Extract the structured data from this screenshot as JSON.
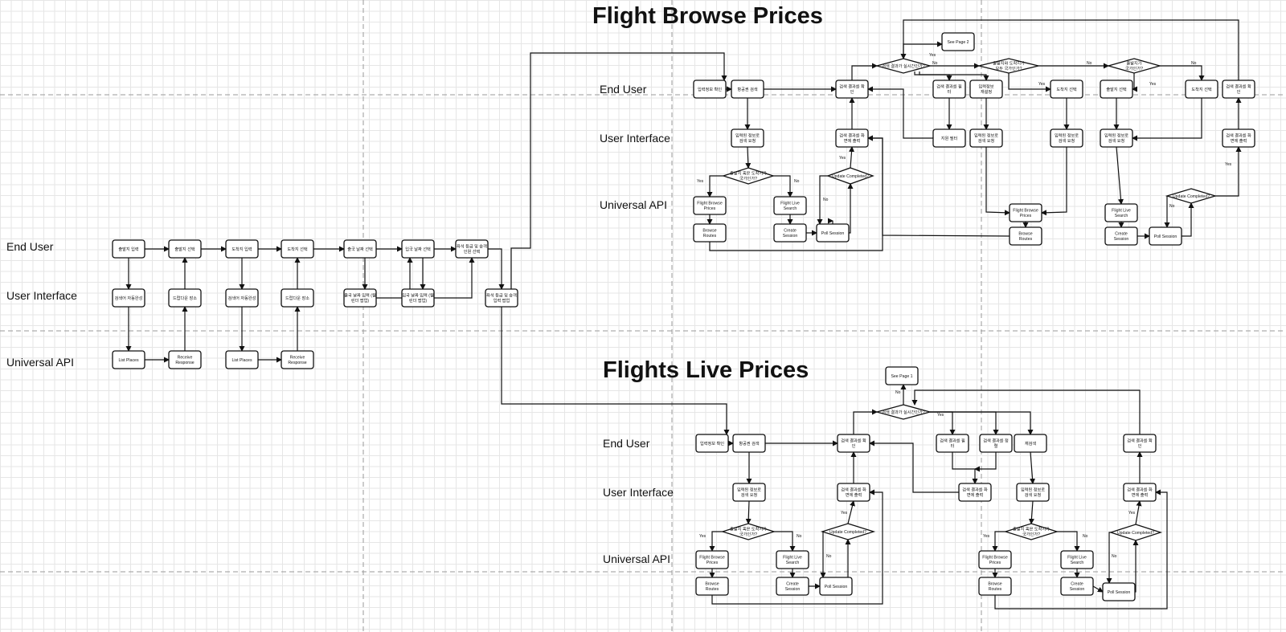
{
  "titles": {
    "browse": "Flight Browse Prices",
    "live": "Flights Live Prices"
  },
  "lanes": {
    "end_user": "End User",
    "ui": "User Interface",
    "api": "Universal API"
  },
  "nodes": {
    "m1": "출발지 입력",
    "m2": "출발지 선택",
    "m3": "도착지 입력",
    "m4": "도착지 선택",
    "m5": "출국 날짜 선택",
    "m6": "입국 날짜 선택",
    "m7": [
      "좌석 등급 및 승객",
      "인원 선택"
    ],
    "m8": "검색어 자동완성",
    "m9": "드랍다운 장소",
    "m10": "검색어 자동완성",
    "m11": "드랍다운 장소",
    "m12": [
      "출국 날짜 입력 (캘",
      "린더 팝업)"
    ],
    "m13": [
      "입국 날짜 입력 (캘",
      "린더 팝업)"
    ],
    "m14": [
      "좌석 등급 및 승객",
      "입력 팝업"
    ],
    "m15": "List Places",
    "m16": [
      "Receive",
      "Response"
    ],
    "m17": "List Places",
    "m18": [
      "Receive",
      "Response"
    ],
    "b1": "입력정보 확인",
    "b2": "항공권 검색",
    "b3": [
      "검색 결과를 확",
      "인"
    ],
    "b4": [
      "검색 결과를 필",
      "터"
    ],
    "b5": [
      "입력정보",
      "재설정"
    ],
    "b6": "도착지 선택",
    "b7": "출발지 선택",
    "b8": "도착지 선택",
    "b9": [
      "검색 결과를 확",
      "인"
    ],
    "b10": [
      "입력된 정보로",
      "검색 요청"
    ],
    "b11": [
      "검색 결과를 화",
      "면에 출력"
    ],
    "b12": "지원 필터",
    "b13": [
      "입력된 정보로",
      "검색 요청"
    ],
    "b14": [
      "입력된 정보로",
      "검색 요청"
    ],
    "b15": [
      "입력된 정보로",
      "검색 요청"
    ],
    "b16": [
      "검색 결과를 화",
      "면에 출력"
    ],
    "b17": [
      "Flight Browse",
      "Prices"
    ],
    "b18": [
      "Flight Live",
      "Search"
    ],
    "b19": [
      "Browse",
      "Routes"
    ],
    "b20": [
      "Create",
      "Session"
    ],
    "b21": "Poll Session",
    "b22": [
      "Flight Browse",
      "Prices"
    ],
    "b23": [
      "Browse",
      "Routes"
    ],
    "b24": [
      "Flight Live",
      "Search"
    ],
    "b25": [
      "Create",
      "Session"
    ],
    "b26": "Poll Session",
    "b27": "See Page 2",
    "bd1": [
      "검색 결과가 실시간인가?"
    ],
    "bd2": [
      "출발지와 도착지가",
      "모두 국가인가?"
    ],
    "bd3": [
      "출발지가",
      "국가인가?"
    ],
    "bd4": [
      "출발지 혹은 도착지가",
      "국가인가?"
    ],
    "bd5": [
      "Update Completed?"
    ],
    "bd6": [
      "Update Completed?"
    ],
    "l1": "입력정보 확인",
    "l2": "항공권 검색",
    "l3": [
      "검색 결과를 확",
      "인"
    ],
    "l4": [
      "검색 결과를 필",
      "터"
    ],
    "l5": [
      "검색 결과를 정",
      "렬"
    ],
    "l6": "재검색",
    "l7": [
      "검색 결과를 확",
      "인"
    ],
    "l8": [
      "입력된 정보로",
      "검색 요청"
    ],
    "l9": [
      "검색 결과를 화",
      "면에 출력"
    ],
    "l10": [
      "검색 결과를 화",
      "면에 출력"
    ],
    "l11": [
      "입력된 정보로",
      "검색 요청"
    ],
    "l12": [
      "검색 결과를 화",
      "면에 출력"
    ],
    "l13": [
      "Flight Browse",
      "Prices"
    ],
    "l14": [
      "Flight Live",
      "Search"
    ],
    "l15": [
      "Browse",
      "Routes"
    ],
    "l16": [
      "Create",
      "Session"
    ],
    "l17": "Poll Session",
    "l18": [
      "Flight Browse",
      "Prices"
    ],
    "l19": [
      "Flight Live",
      "Search"
    ],
    "l20": [
      "Browse",
      "Routes"
    ],
    "l21": [
      "Create",
      "Session"
    ],
    "l22": "Poll Session",
    "l23": "See Page 1",
    "ld1": [
      "검색 결과가 실시간인가?"
    ],
    "ld2": [
      "출발지 혹은 도착지가",
      "국가인가?"
    ],
    "ld3": [
      "Update Completed?"
    ],
    "ld4": [
      "출발지 혹은 도착지가",
      "국가인가?"
    ],
    "ld5": [
      "Update Completed?"
    ]
  },
  "edge_labels": {
    "yes": "Yes",
    "no": "No"
  }
}
